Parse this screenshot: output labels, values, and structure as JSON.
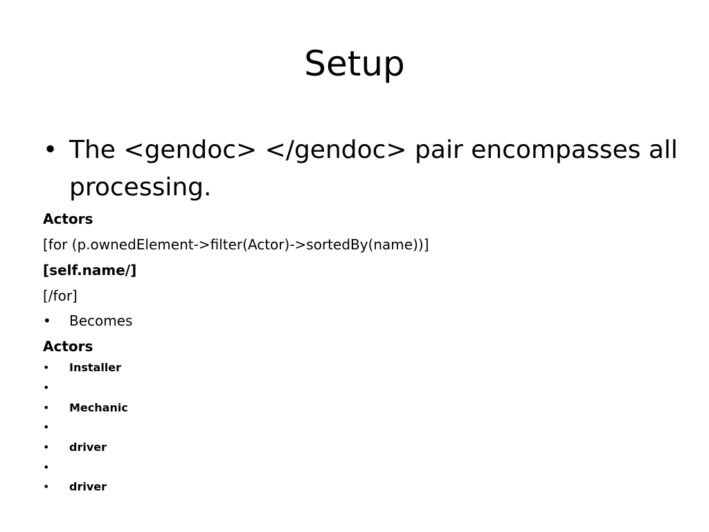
{
  "slide": {
    "title": "Setup",
    "main_bullet": {
      "marker": "•",
      "text": "The <gendoc> </gendoc> pair encompasses all processing."
    },
    "lines": [
      "Actors",
      "[for (p.ownedElement->filter(Actor)->sortedBy(name))]",
      "[self.name/]",
      "[/for]"
    ],
    "becomes_bullet": {
      "marker": "•",
      "text": "Becomes"
    },
    "actors_heading": "Actors",
    "actor_items": [
      {
        "marker": "•",
        "text": "Installer"
      },
      {
        "marker": "•",
        "text": ""
      },
      {
        "marker": "•",
        "text": "Mechanic"
      },
      {
        "marker": "•",
        "text": ""
      },
      {
        "marker": "•",
        "text": "driver"
      },
      {
        "marker": "•",
        "text": ""
      },
      {
        "marker": "•",
        "text": "driver"
      }
    ]
  }
}
